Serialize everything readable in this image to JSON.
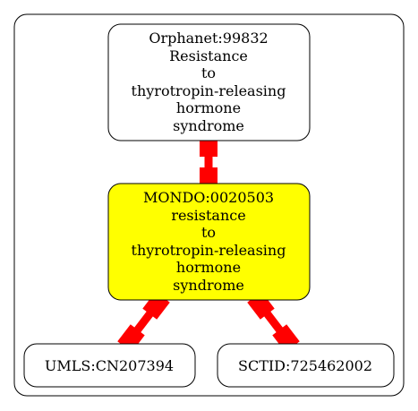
{
  "diagram": {
    "nodes": [
      {
        "id": "orphanet",
        "lines": [
          "Orphanet:99832",
          "Resistance",
          "to",
          "thyrotropin-releasing",
          "hormone",
          "syndrome"
        ],
        "fill": "#ffffff"
      },
      {
        "id": "mondo",
        "lines": [
          "MONDO:0020503",
          "resistance",
          "to",
          "thyrotropin-releasing",
          "hormone",
          "syndrome"
        ],
        "fill": "#ffff00"
      },
      {
        "id": "umls",
        "lines": [
          "UMLS:CN207394"
        ],
        "fill": "#ffffff"
      },
      {
        "id": "sctid",
        "lines": [
          "SCTID:725462002"
        ],
        "fill": "#ffffff"
      }
    ],
    "edges": [
      {
        "from": "orphanet",
        "to": "mondo"
      },
      {
        "from": "mondo",
        "to": "umls"
      },
      {
        "from": "mondo",
        "to": "sctid"
      }
    ],
    "colors": {
      "edge": "#ff0000",
      "border": "#000000",
      "highlight": "#ffff00"
    }
  }
}
